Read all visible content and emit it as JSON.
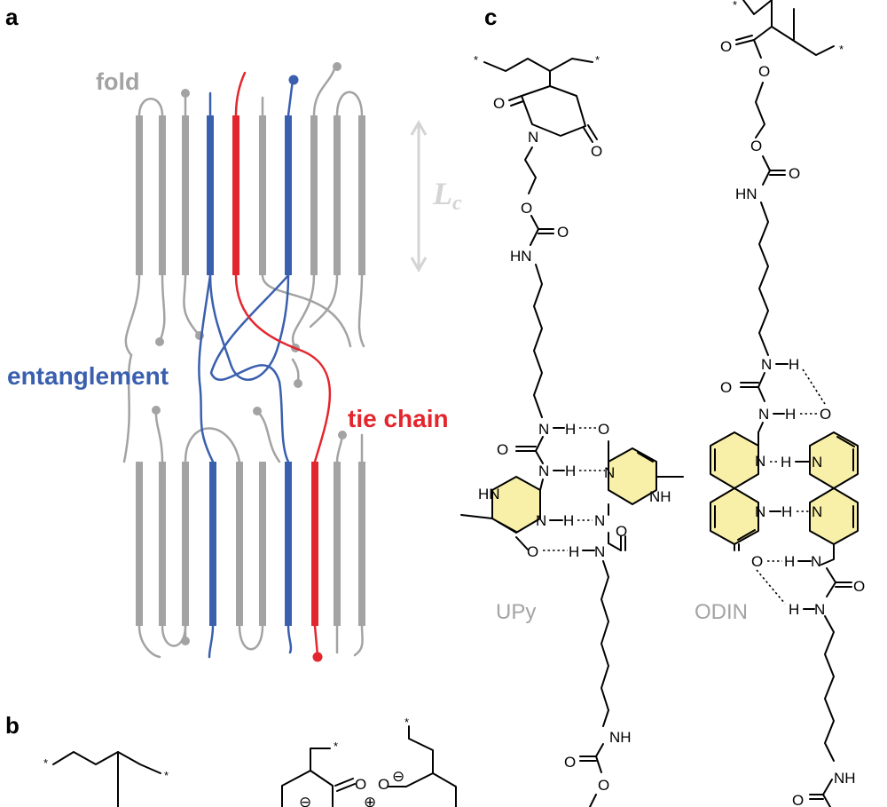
{
  "panels": {
    "a": "a",
    "b": "b",
    "c": "c"
  },
  "panel_a": {
    "fold_label": "fold",
    "entanglement_label": "entanglement",
    "tie_chain_label": "tie chain",
    "lc_symbol": "L",
    "lc_subscript": "c"
  },
  "panel_c": {
    "upy_label": "UPy",
    "odin_label": "ODIN"
  },
  "atoms": {
    "O": "O",
    "N": "N",
    "H": "H",
    "NH": "NH",
    "HN": "HN",
    "star": "*",
    "plus": "⊕",
    "minus": "⊖"
  },
  "colors": {
    "gray": "#a3a3a3",
    "blue": "#3a5fae",
    "red": "#e3262d",
    "lc_arrow": "#d4d4d4",
    "ring_fill": "#f8f0a8"
  }
}
